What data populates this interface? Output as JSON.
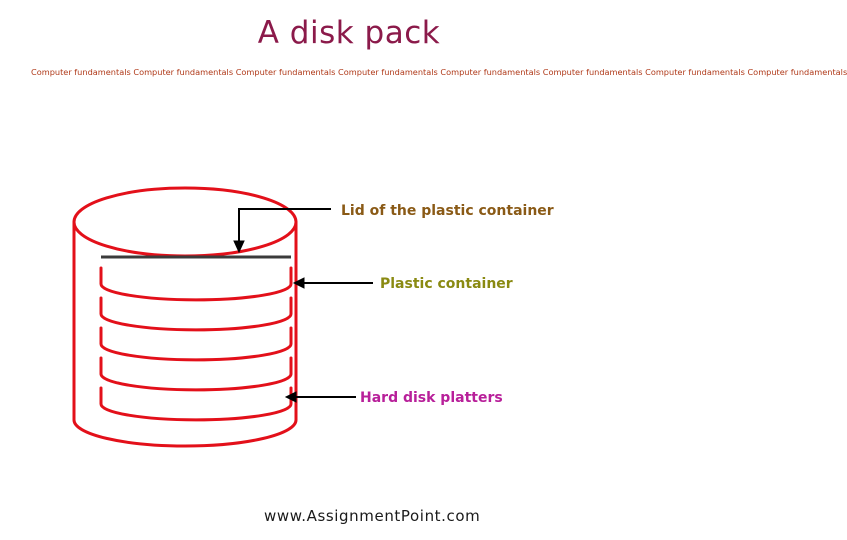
{
  "title": "A disk pack",
  "tagline": "Computer fundamentals Computer fundamentals Computer fundamentals Computer fundamentals Computer fundamentals Computer fundamentals Computer fundamentals Computer fundamentals",
  "labels": {
    "lid": "Lid of the plastic container",
    "container": "Plastic container",
    "platters": "Hard disk platters"
  },
  "footer": "www.AssignmentPoint.com",
  "colors": {
    "title": "#8b1a4a",
    "tagline": "#b03a1a",
    "drawing": "#e3101a",
    "separator": "#3b3b3b",
    "arrow": "#000000",
    "label_lid": "#8a5a16",
    "label_container": "#8a8a12",
    "label_platters": "#b8209a",
    "footer": "#1a1a1a"
  }
}
